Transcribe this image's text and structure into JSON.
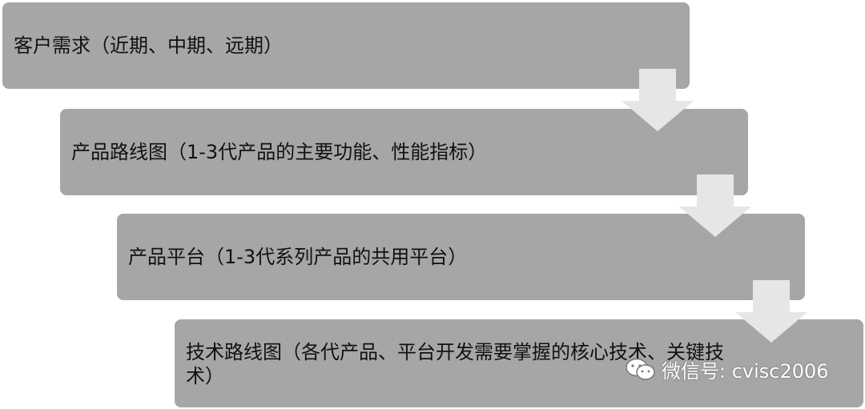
{
  "steps": [
    {
      "label": "客户需求（近期、中期、远期）"
    },
    {
      "label": "产品路线图（1-3代产品的主要功能、性能指标）"
    },
    {
      "label": "产品平台（1-3代系列产品的共用平台）"
    },
    {
      "label": "技术路线图（各代产品、平台开发需要掌握的核心技术、关键技术）"
    }
  ],
  "watermark": {
    "text": "微信号: cvisc2006",
    "icon": "wechat-icon"
  },
  "colors": {
    "box": "#a6a6a6",
    "arrow": "#e6e6e6",
    "text": "#111111"
  }
}
